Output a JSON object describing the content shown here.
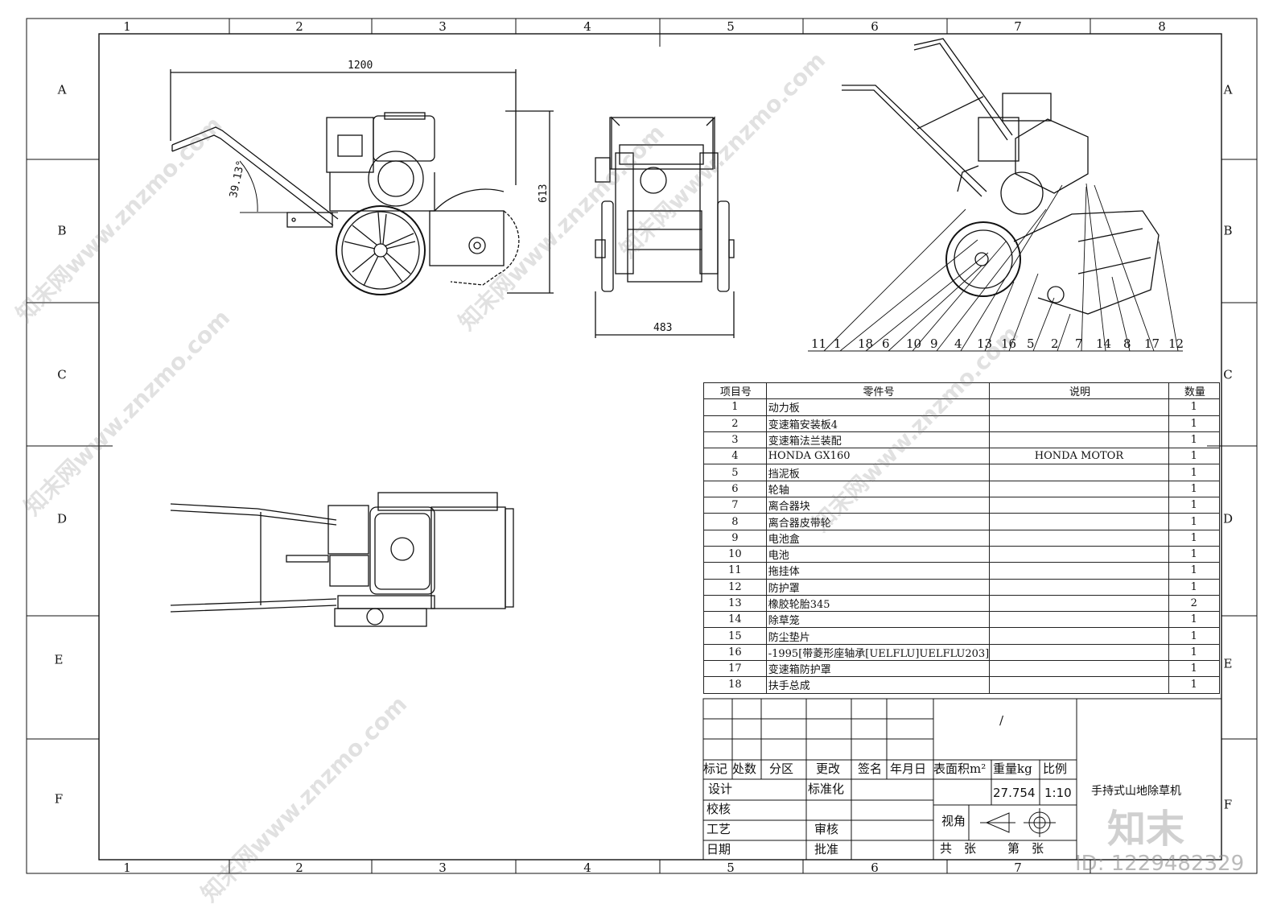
{
  "zones": {
    "columns": [
      "1",
      "2",
      "3",
      "4",
      "5",
      "6",
      "7",
      "8"
    ],
    "rows": [
      "A",
      "B",
      "C",
      "D",
      "E",
      "F"
    ]
  },
  "dimensions": {
    "length": "1200",
    "height": "613",
    "width": "483",
    "handle_angle": "39.13°"
  },
  "balloons": [
    "11",
    "1",
    "18",
    "6",
    "10",
    "9",
    "4",
    "13",
    "16",
    "5",
    "2",
    "7",
    "14",
    "8",
    "17",
    "12"
  ],
  "bom": {
    "headers": [
      "项目号",
      "零件号",
      "说明",
      "数量"
    ],
    "rows": [
      {
        "no": "1",
        "part": "动力板",
        "desc": "",
        "qty": "1"
      },
      {
        "no": "2",
        "part": "变速箱安装板4",
        "desc": "",
        "qty": "1"
      },
      {
        "no": "3",
        "part": "变速箱法兰装配",
        "desc": "",
        "qty": "1"
      },
      {
        "no": "4",
        "part": "HONDA GX160",
        "desc": "HONDA MOTOR",
        "qty": "1"
      },
      {
        "no": "5",
        "part": "挡泥板",
        "desc": "",
        "qty": "1"
      },
      {
        "no": "6",
        "part": "轮轴",
        "desc": "",
        "qty": "1"
      },
      {
        "no": "7",
        "part": "离合器块",
        "desc": "",
        "qty": "1"
      },
      {
        "no": "8",
        "part": "离合器皮带轮",
        "desc": "",
        "qty": "1"
      },
      {
        "no": "9",
        "part": "电池盒",
        "desc": "",
        "qty": "1"
      },
      {
        "no": "10",
        "part": "电池",
        "desc": "",
        "qty": "1"
      },
      {
        "no": "11",
        "part": "拖挂体",
        "desc": "",
        "qty": "1"
      },
      {
        "no": "12",
        "part": "防护罩",
        "desc": "",
        "qty": "1"
      },
      {
        "no": "13",
        "part": "橡胶轮胎345",
        "desc": "",
        "qty": "2"
      },
      {
        "no": "14",
        "part": "除草笼",
        "desc": "",
        "qty": "1"
      },
      {
        "no": "15",
        "part": "防尘垫片",
        "desc": "",
        "qty": "1"
      },
      {
        "no": "16",
        "part": "-1995[带菱形座轴承[UELFLU]UELFLU203]",
        "desc": "",
        "qty": "1"
      },
      {
        "no": "17",
        "part": "变速箱防护罩",
        "desc": "",
        "qty": "1"
      },
      {
        "no": "18",
        "part": "扶手总成",
        "desc": "",
        "qty": "1"
      }
    ]
  },
  "title_block": {
    "slash": "/",
    "headers": [
      "标记",
      "处数",
      "分区",
      "更改",
      "签名",
      "年月日"
    ],
    "area_label": "表面积m²",
    "weight_label": "重量kg",
    "scale_label": "比例",
    "weight_value": "27.754",
    "scale_value": "1:10",
    "design": "设计",
    "standard": "标准化",
    "check": "校核",
    "process": "工艺",
    "review": "审核",
    "date": "日期",
    "approve": "批准",
    "view_angle": "视角",
    "total_sheets": "共　张",
    "sheet_no": "第　张",
    "drawing_title": "手持式山地除草机"
  },
  "watermark": {
    "text": "知末网www.znzmo.com",
    "logo": "知末",
    "id": "ID: 1229482329"
  },
  "colors": {
    "line": "#111111",
    "watermark": "#9a9a9a"
  }
}
